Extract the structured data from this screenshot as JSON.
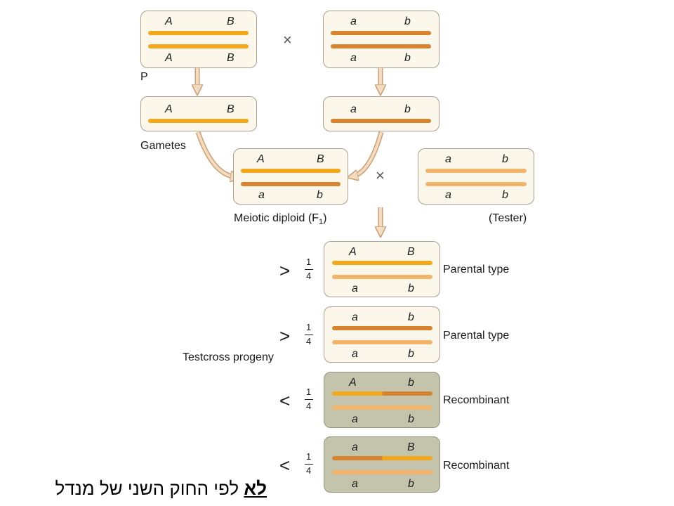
{
  "colors": {
    "dominant_bar": "#f2a81a",
    "recessive_bar": "#d8832f",
    "tester_bar": "#f1b46a",
    "box_fill": "#fbf7ea",
    "recombinant_fill": "#c4c4ac"
  },
  "labels": {
    "parental_generation": "P",
    "gametes": "Gametes",
    "f1_pre": "Meiotic diploid (F",
    "f1_sub": "1",
    "f1_post": ")",
    "tester": "(Tester)",
    "testcross_progeny": "Testcross progeny",
    "cross_symbol": "×"
  },
  "alleles": {
    "A": "A",
    "B": "B",
    "a": "a",
    "b": "b"
  },
  "progeny": [
    {
      "type_label": "Parental type",
      "comparison": ">",
      "num": "1",
      "den": "4"
    },
    {
      "type_label": "Parental type",
      "comparison": ">",
      "num": "1",
      "den": "4"
    },
    {
      "type_label": "Recombinant",
      "comparison": "<",
      "num": "1",
      "den": "4"
    },
    {
      "type_label": "Recombinant",
      "comparison": "<",
      "num": "1",
      "den": "4"
    }
  ],
  "caption": {
    "negation": "לא",
    "rest": "לפי החוק השני של מנדל"
  }
}
